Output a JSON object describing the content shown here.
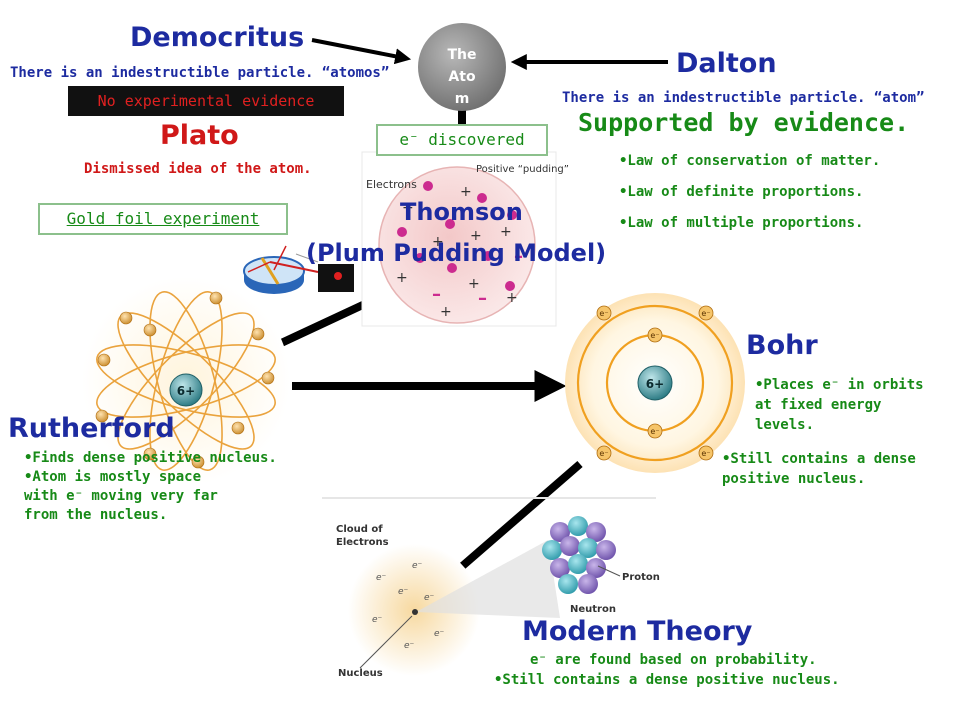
{
  "center": {
    "title_lines": [
      "The",
      "Ato",
      "m"
    ]
  },
  "democritus": {
    "name": "Democritus",
    "claim": "There is an indestructible particle. “atomos”",
    "badge": "No experimental evidence"
  },
  "plato": {
    "name": "Plato",
    "claim": "Dismissed idea of the atom."
  },
  "dalton": {
    "name": "Dalton",
    "claim": "There is an indestructible particle. “atom”",
    "supported": "Supported by evidence.",
    "laws": [
      "•Law of conservation of matter.",
      "•Law of definite proportions.",
      "•Law of multiple proportions."
    ]
  },
  "thomson": {
    "discovered_box": "e⁻ discovered",
    "name": "Thomson",
    "model": "(Plum Pudding Model)",
    "image_labels": {
      "electrons": "Electrons",
      "pudding": "Positive “pudding”"
    }
  },
  "rutherford": {
    "name": "Rutherford",
    "experiment": "Gold foil experiment",
    "nucleus_label": "6+",
    "facts": [
      "•Finds dense positive nucleus.",
      "•Atom is mostly space",
      "with e⁻ moving very far",
      "from the nucleus."
    ]
  },
  "bohr": {
    "name": "Bohr",
    "nucleus_label": "6+",
    "electron_label": "e⁻",
    "facts_a": [
      "•Places e⁻ in orbits",
      "at fixed energy",
      "levels."
    ],
    "facts_b": [
      "•Still contains a dense",
      "positive nucleus."
    ]
  },
  "modern": {
    "name": "Modern Theory",
    "facts": [
      "e⁻ are found based on probability.",
      "•Still contains a dense positive nucleus."
    ],
    "image_labels": {
      "cloud": "Cloud of Electrons",
      "cloud_line1": "Cloud of",
      "cloud_line2": "Electrons",
      "proton": "Proton",
      "neutron": "Neutron",
      "nucleus": "Nucleus",
      "electron": "e⁻"
    }
  },
  "colors": {
    "name": "#1d2ba0",
    "red": "#d01818",
    "green": "#178a17",
    "badge_bg": "#111111",
    "center_ball": "#8a8a8a"
  }
}
